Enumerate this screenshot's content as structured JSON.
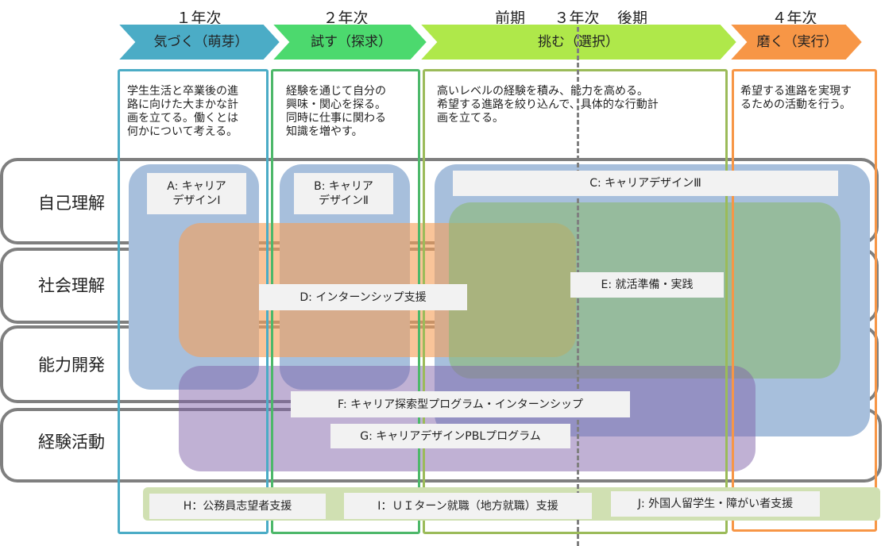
{
  "header": {
    "years": [
      {
        "label": "１年次"
      },
      {
        "label": "２年次"
      },
      {
        "label": "３年次"
      },
      {
        "label": "４年次"
      }
    ],
    "year3_early": "前期",
    "year3_late": "後期"
  },
  "stages": [
    {
      "label": "気づく（萌芽）",
      "color": "#4bacc6"
    },
    {
      "label": "試す（探求）",
      "color": "#4cd96e"
    },
    {
      "label": "挑む（選択）",
      "color": "#afe84a"
    },
    {
      "label": "磨く（実行）",
      "color": "#f79646"
    }
  ],
  "descriptions": [
    {
      "lines": [
        "学生生活と卒業後の進",
        "路に向けた大まかな計",
        "画を立てる。働くとは",
        "何かについて考える。"
      ]
    },
    {
      "lines": [
        "経験を通じて自分の",
        "興味・関心を探る。",
        "同時に仕事に関わる",
        "知識を増やす。"
      ]
    },
    {
      "lines": [
        "高いレベルの経験を積み、能力を高める。",
        "希望する進路を絞り込んで、具体的な行動計",
        "画を立てる。"
      ]
    },
    {
      "lines": [
        "希望する進路を実現す",
        "るための活動を行う。"
      ]
    }
  ],
  "rows": [
    {
      "label": "自己理解"
    },
    {
      "label": "社会理解"
    },
    {
      "label": "能力開発"
    },
    {
      "label": "経験活動"
    }
  ],
  "programs": {
    "A": {
      "lines": [
        "A: キャリア",
        "デザインⅠ"
      ]
    },
    "B": {
      "lines": [
        "B: キャリア",
        "デザインⅡ"
      ]
    },
    "C": {
      "label": "C: キャリアデザインⅢ"
    },
    "D": {
      "label": "D: インターンシップ支援"
    },
    "E": {
      "label": "E: 就活準備・実践"
    },
    "F": {
      "label": "F: キャリア探索型プログラム・インターンシップ"
    },
    "G": {
      "label": "G: キャリアデザインPBLプログラム"
    },
    "H": {
      "label": "H：公務員志望者支援"
    },
    "I": {
      "label": "I：ＵＩターン就職（地方就職）支援"
    },
    "J": {
      "label": "J: 外国人留学生・障がい者支援"
    }
  },
  "colors": {
    "year1": "#4bacc6",
    "year2": "#4db86a",
    "year3": "#9bbb59",
    "year4": "#f79646",
    "blue_blob": "#a7bfdc",
    "orange_blob": "#f5a86b",
    "green_blob": "#8fbb7e",
    "purple_blob": "#9f86bd",
    "support_band": "#d0e0b2",
    "row_border": "#7f7f7f"
  }
}
